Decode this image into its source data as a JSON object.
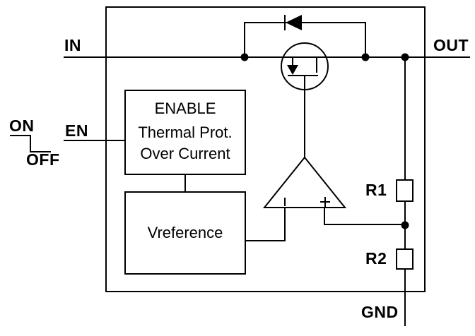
{
  "colors": {
    "line": "#000000",
    "background": "#ffffff"
  },
  "labels": {
    "in": "IN",
    "out": "OUT",
    "en": "EN",
    "on": "ON",
    "off": "OFF",
    "gnd": "GND",
    "r1": "R1",
    "r2": "R2"
  },
  "enable_block": {
    "line1": "ENABLE",
    "line2": "Thermal Prot.",
    "line3": "Over Current"
  },
  "vref_block": {
    "label": "Vreference"
  }
}
